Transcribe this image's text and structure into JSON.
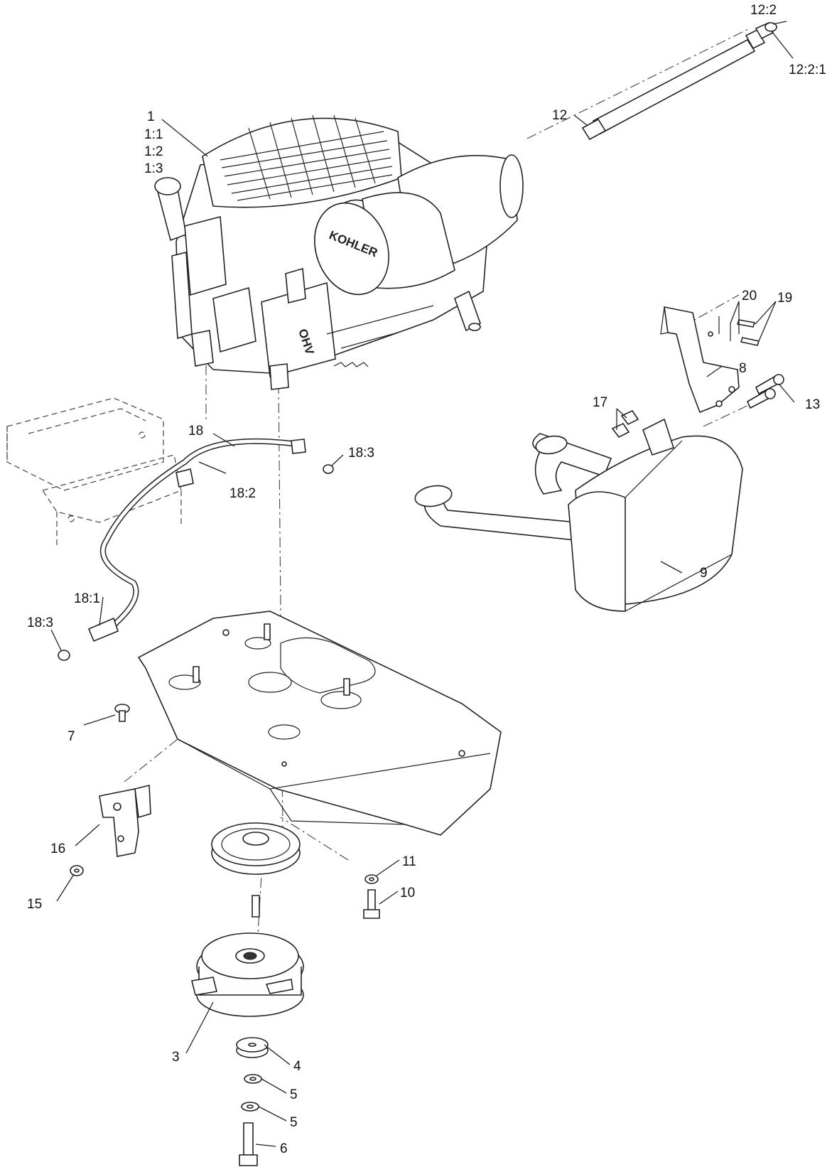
{
  "engine_brand": "KOHLER",
  "valve_mark": "OHV",
  "callouts": {
    "c1": "1",
    "c1_1": "1:1",
    "c1_2": "1:2",
    "c1_3": "1:3",
    "c3": "3",
    "c4": "4",
    "c5a": "5",
    "c5b": "5",
    "c6": "6",
    "c7": "7",
    "c8": "8",
    "c9": "9",
    "c10": "10",
    "c11": "11",
    "c12": "12",
    "c12_2": "12:2",
    "c12_2_1": "12:2:1",
    "c13": "13",
    "c15": "15",
    "c16": "16",
    "c17": "17",
    "c18": "18",
    "c18_1": "18:1",
    "c18_2": "18:2",
    "c18_3a": "18:3",
    "c18_3b": "18:3",
    "c19": "19",
    "c20": "20"
  }
}
